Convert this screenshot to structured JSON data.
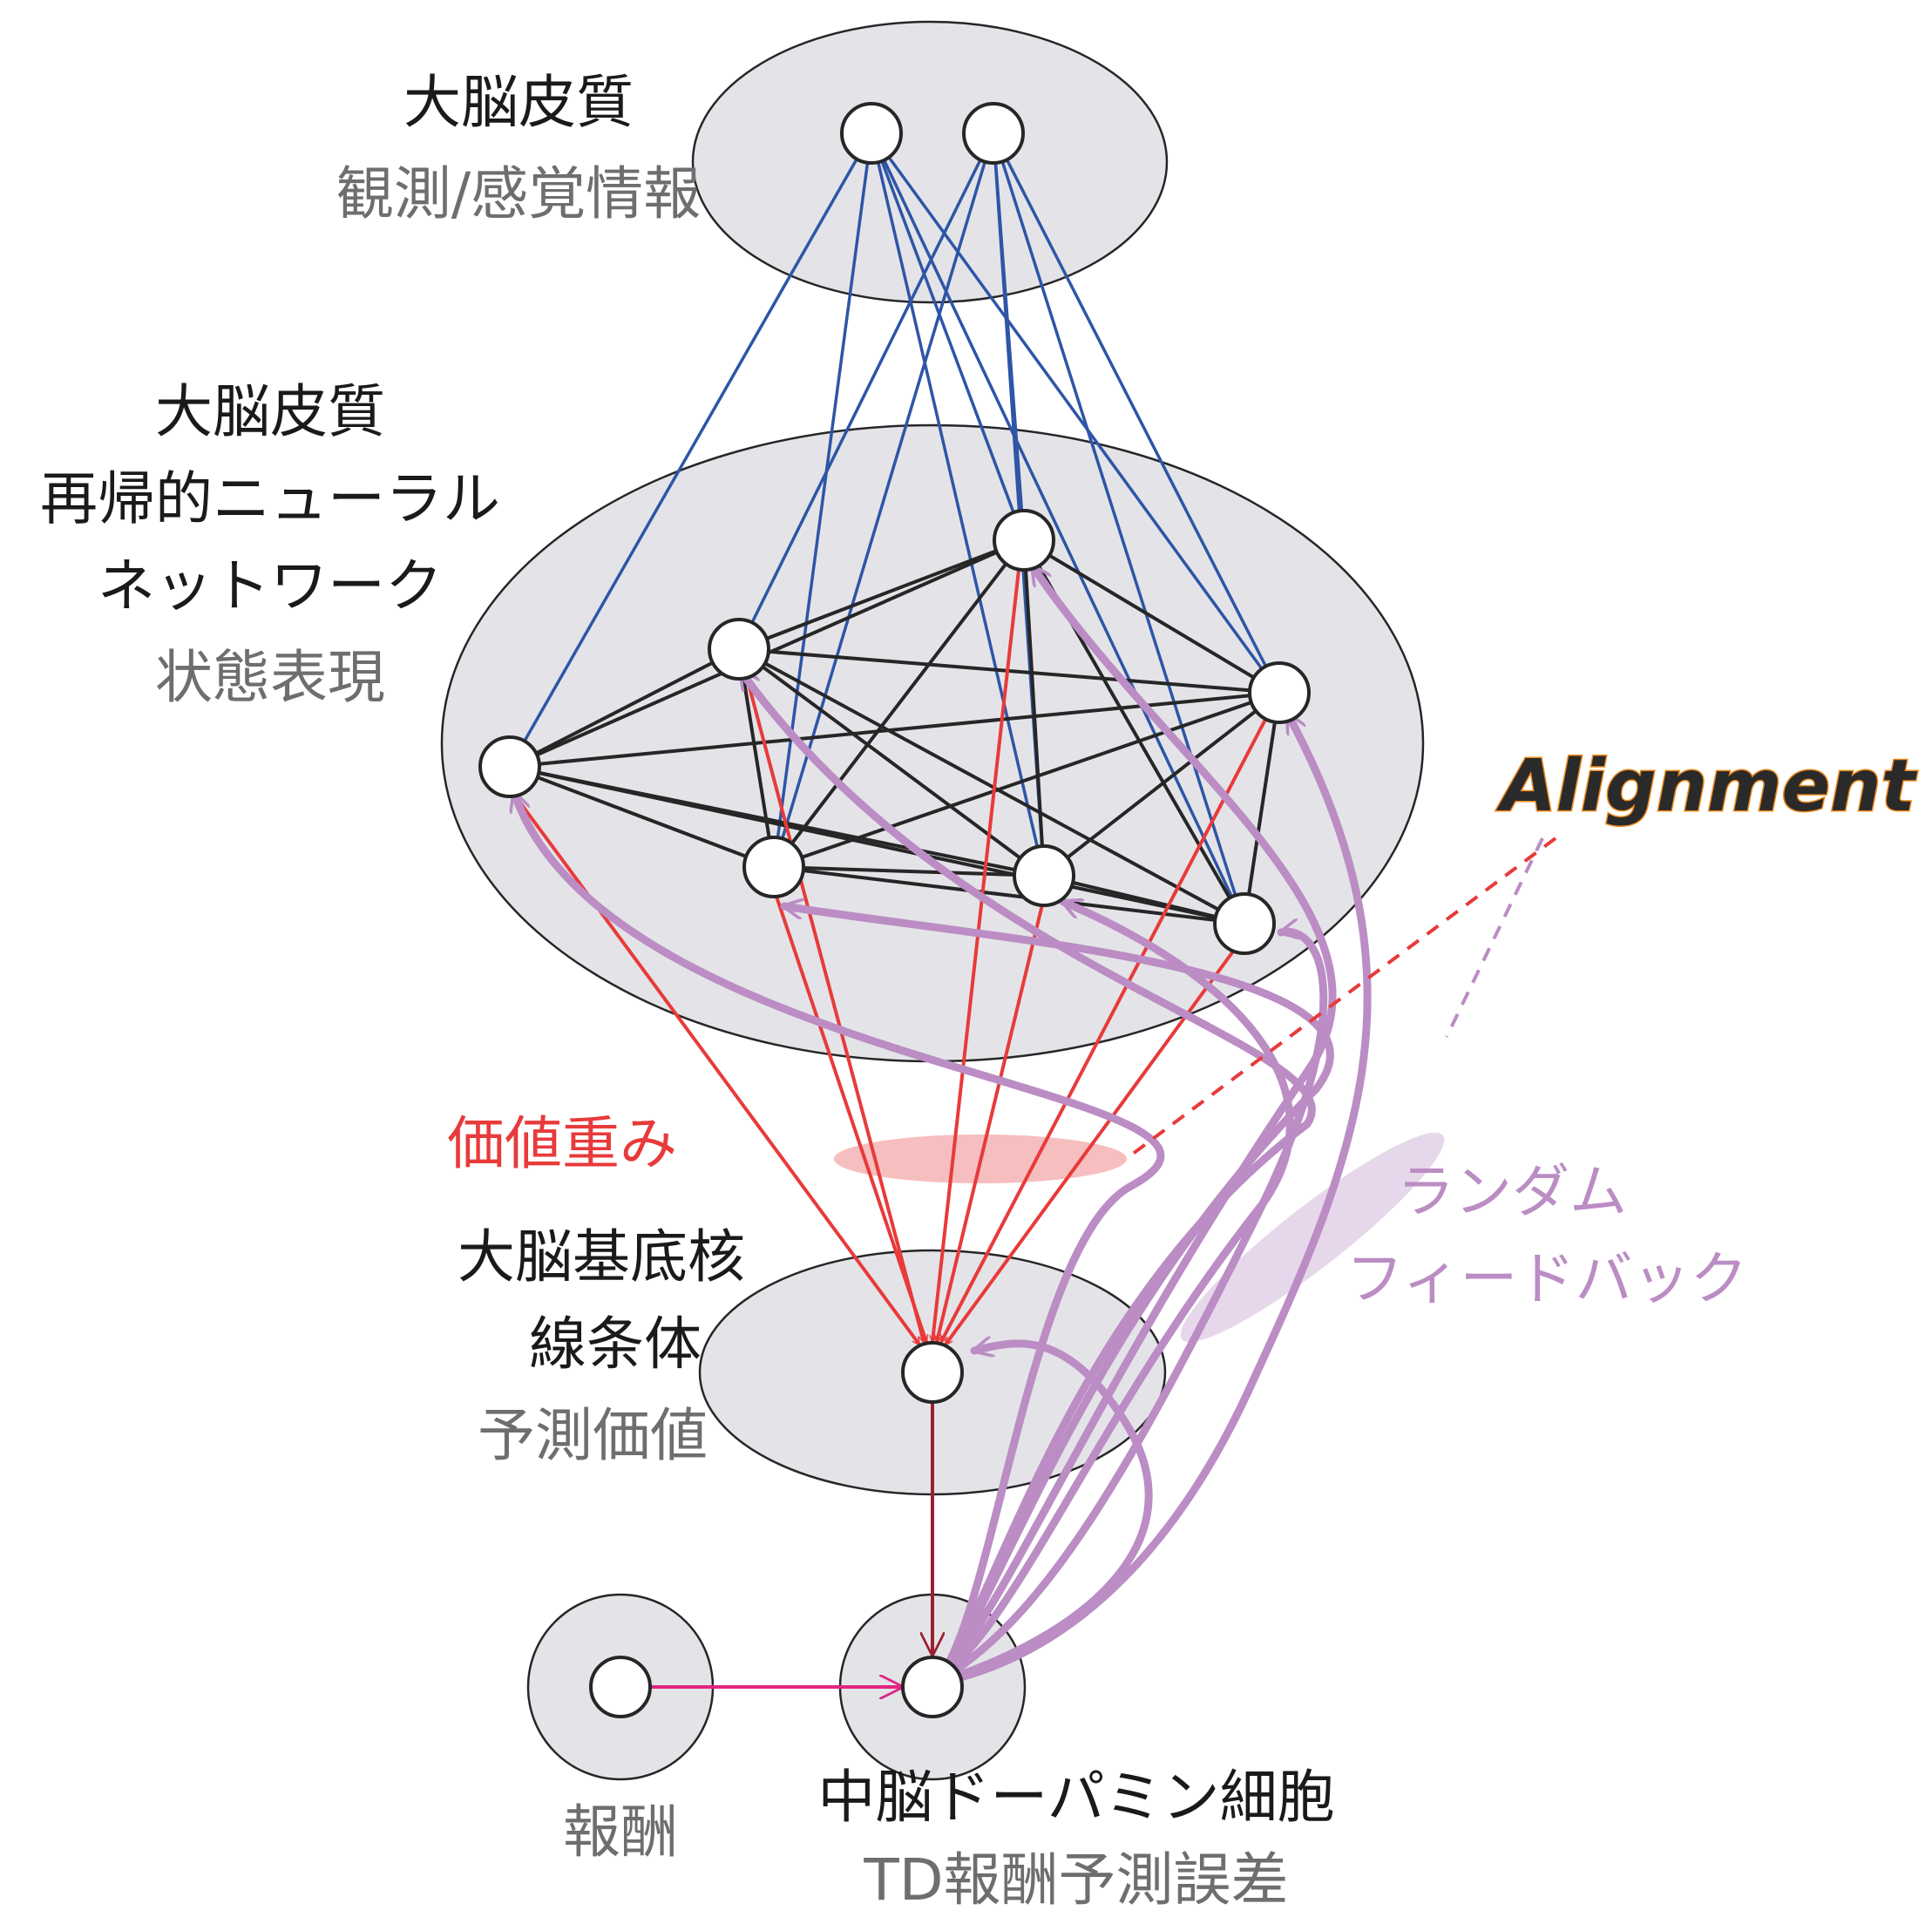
{
  "regions": {
    "cortex_sensory": {
      "title": "大脳皮質",
      "subtitle": "観測/感覚情報"
    },
    "cortex_rnn": {
      "title_lines": [
        "大脳皮質",
        "再帰的ニューラル",
        "ネットワーク"
      ],
      "subtitle": "状態表現"
    },
    "striatum": {
      "title_lines": [
        "大脳基底核",
        "線条体"
      ],
      "subtitle": "予測価値"
    },
    "reward": {
      "label": "報酬"
    },
    "dopamine": {
      "title": "中脳ドーパミン細胞",
      "subtitle": "TD報酬予測誤差"
    }
  },
  "labels": {
    "value_weights": "価値重み",
    "random_feedback_lines": [
      "ランダム",
      "フィードバック"
    ],
    "alignment": "Alignment"
  },
  "colors": {
    "region_fill": "#e4e4e8",
    "sensory_to_rnn": "#2e55a6",
    "recurrent": "#262626",
    "value_weights": "#e83a3a",
    "striatum_to_da": "#9b2130",
    "reward_to_da": "#e0257f",
    "feedback": "#bb8dc4",
    "alignment": "#f08a1c"
  }
}
